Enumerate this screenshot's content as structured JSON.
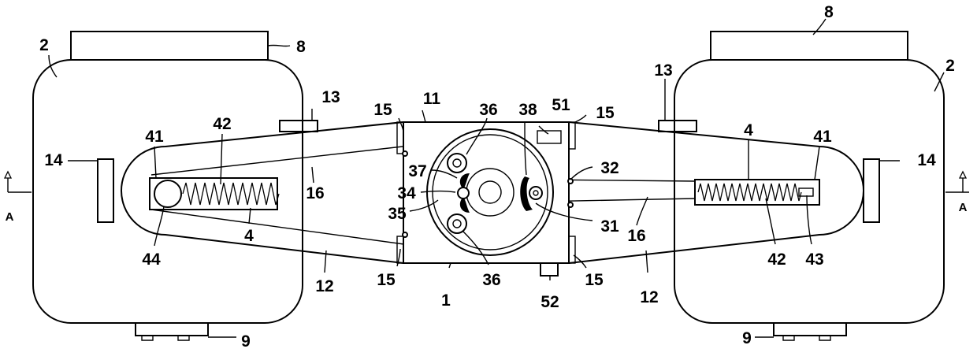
{
  "labels": {
    "l1": "1",
    "l2_left": "2",
    "l2_right": "2",
    "l4_left": "4",
    "l4_right": "4",
    "l8_left": "8",
    "l8_right": "8",
    "l9_left": "9",
    "l9_right": "9",
    "l11": "11",
    "l12_left": "12",
    "l12_right": "12",
    "l13_left": "13",
    "l13_right": "13",
    "l14_left": "14",
    "l14_right": "14",
    "l15_ul": "15",
    "l15_ur": "15",
    "l15_ll": "15",
    "l15_lr": "15",
    "l16_left": "16",
    "l16_right": "16",
    "l31": "31",
    "l32": "32",
    "l34": "34",
    "l35": "35",
    "l36_top": "36",
    "l36_bottom": "36",
    "l37": "37",
    "l38": "38",
    "l41_left": "41",
    "l41_right": "41",
    "l42_left": "42",
    "l42_right": "42",
    "l43": "43",
    "l44": "44",
    "l51": "51",
    "l52": "52",
    "section_left": "A",
    "section_right": "A"
  }
}
